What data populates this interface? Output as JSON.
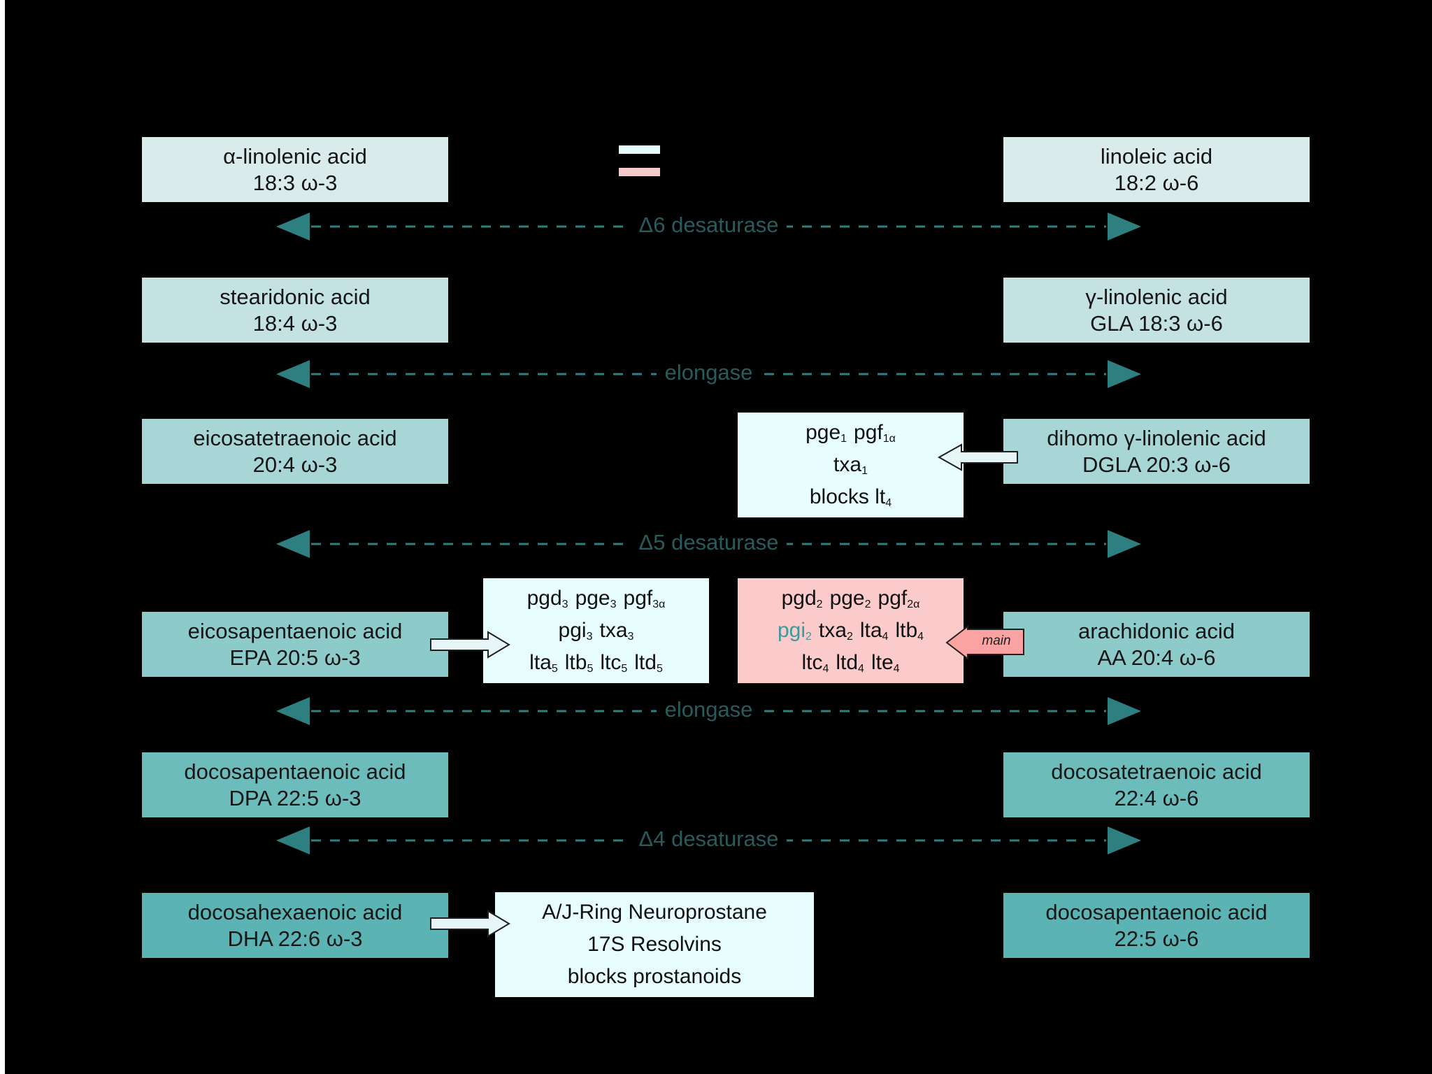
{
  "colors": {
    "background": "#000000",
    "omega3_legend": "#e6fbfb",
    "omega6_legend": "#f6caca",
    "arrow_teal": "#2e7f7f",
    "enzyme_text": "#285c5c",
    "product_box": "#e8fdfd",
    "ar_product_box": "#fbcaca",
    "pgi_highlight": "#3d9a9c"
  },
  "acids": {
    "left": [
      {
        "name": "α-linolenic acid",
        "formula": "18:3 ω-3",
        "color": "#d9ebea"
      },
      {
        "name": "stearidonic acid",
        "formula": "18:4 ω-3",
        "color": "#c3e2e1"
      },
      {
        "name": "eicosatetraenoic acid",
        "formula": "20:4 ω-3",
        "color": "#a8d6d6"
      },
      {
        "name": "eicosapentaenoic acid",
        "formula": "EPA   20:5 ω-3",
        "color": "#8dcbcb"
      },
      {
        "name": "docosapentaenoic acid",
        "formula": "DPA   22:5 ω-3",
        "color": "#6dbcbc"
      },
      {
        "name": "docosahexaenoic acid",
        "formula": "DHA   22:6 ω-3",
        "color": "#5bb3b3"
      }
    ],
    "right": [
      {
        "name": "linoleic acid",
        "formula": "18:2 ω-6",
        "color": "#d9ebea"
      },
      {
        "name": "γ-linolenic acid",
        "formula": "GLA   18:3 ω-6",
        "color": "#c3e2e1"
      },
      {
        "name": "dihomo γ-linolenic acid",
        "formula": "DGLA   20:3 ω-6",
        "color": "#a8d6d6"
      },
      {
        "name": "arachidonic acid",
        "formula": "AA   20:4 ω-6",
        "color": "#8dcbcb"
      },
      {
        "name": "docosatetraenoic acid",
        "formula": "22:4 ω-6",
        "color": "#6dbcbc"
      },
      {
        "name": "docosapentaenoic acid",
        "formula": "22:5 ω-6",
        "color": "#5bb3b3"
      }
    ]
  },
  "enzymes": [
    {
      "label": "Δ6 desaturase"
    },
    {
      "label": "elongase"
    },
    {
      "label": "Δ5 desaturase"
    },
    {
      "label": "elongase"
    },
    {
      "label": "Δ4 desaturase"
    }
  ],
  "products": {
    "dgla": {
      "line1": [
        [
          "pge",
          "1"
        ],
        [
          "pgf",
          "1α"
        ]
      ],
      "line2": [
        [
          "txa",
          "1"
        ]
      ],
      "line3_text": "blocks lt",
      "line3_sub": "4"
    },
    "epa": {
      "line1": [
        [
          "pgd",
          "3"
        ],
        [
          "pge",
          "3"
        ],
        [
          "pgf",
          "3α"
        ]
      ],
      "line2": [
        [
          "pgi",
          "3"
        ],
        [
          "txa",
          "3"
        ]
      ],
      "line3": [
        [
          "lta",
          "5"
        ],
        [
          "ltb",
          "5"
        ],
        [
          "ltc",
          "5"
        ],
        [
          "ltd",
          "5"
        ]
      ]
    },
    "aa": {
      "line1": [
        [
          "pgd",
          "2"
        ],
        [
          "pge",
          "2"
        ],
        [
          "pgf",
          "2α"
        ]
      ],
      "line2_highlight": [
        "pgi",
        "2"
      ],
      "line2": [
        [
          "txa",
          "2"
        ],
        [
          "lta",
          "4"
        ],
        [
          "ltb",
          "4"
        ]
      ],
      "line3": [
        [
          "ltc",
          "4"
        ],
        [
          "ltd",
          "4"
        ],
        [
          "lte",
          "4"
        ]
      ],
      "main_label": "main"
    },
    "dha": {
      "lines": [
        "A/J-Ring Neuroprostane",
        "17S Resolvins",
        "blocks prostanoids"
      ]
    }
  }
}
